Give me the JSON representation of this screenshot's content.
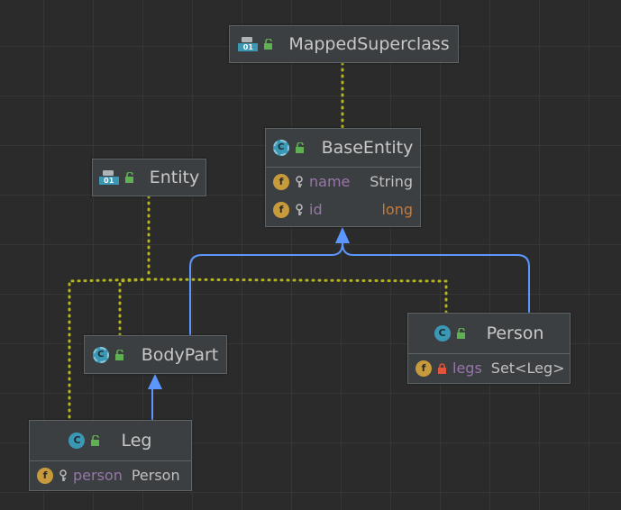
{
  "colors": {
    "background": "#2b2b2b",
    "node_fill": "#3c3f41",
    "node_border": "#5e6366",
    "annotation_link": "#b5b51e",
    "inheritance_link": "#5b97ff",
    "field_name": "#9876aa",
    "keyword_type": "#cc7832",
    "field_icon": "#c79a3b",
    "class_icon": "#3b98b5",
    "public_icon": "#5fb053",
    "private_icon": "#e2543b"
  },
  "nodes": {
    "mapped_superclass": {
      "title": "MappedSuperclass",
      "icon": "annotation-icon",
      "anno_badge": "01"
    },
    "entity": {
      "title": "Entity",
      "icon": "annotation-icon",
      "anno_badge": "01"
    },
    "base_entity": {
      "title": "BaseEntity",
      "icon": "abstract-class-icon",
      "icon_letter": "C",
      "fields": [
        {
          "name": "name",
          "type": "String",
          "icon": "field-icon",
          "icon_letter": "f",
          "visibility": "key-icon"
        },
        {
          "name": "id",
          "type": "long",
          "icon": "field-icon",
          "icon_letter": "f",
          "visibility": "key-icon"
        }
      ]
    },
    "body_part": {
      "title": "BodyPart",
      "icon": "abstract-class-icon",
      "icon_letter": "C"
    },
    "person": {
      "title": "Person",
      "icon": "class-icon",
      "icon_letter": "C",
      "fields": [
        {
          "name": "legs",
          "type": "Set<Leg>",
          "icon": "field-icon",
          "icon_letter": "f",
          "visibility": "lock-icon"
        }
      ]
    },
    "leg": {
      "title": "Leg",
      "icon": "class-icon",
      "icon_letter": "C",
      "fields": [
        {
          "name": "person",
          "type": "Person",
          "icon": "field-icon",
          "icon_letter": "f",
          "visibility": "key-icon"
        }
      ]
    }
  },
  "edges": [
    {
      "from": "MappedSuperclass",
      "to": "BaseEntity",
      "kind": "annotation"
    },
    {
      "from": "Entity",
      "to": "BodyPart",
      "kind": "annotation"
    },
    {
      "from": "Entity",
      "to": "Person",
      "kind": "annotation"
    },
    {
      "from": "Entity",
      "to": "Leg",
      "kind": "annotation"
    },
    {
      "from": "BodyPart",
      "to": "BaseEntity",
      "kind": "inheritance"
    },
    {
      "from": "Person",
      "to": "BaseEntity",
      "kind": "inheritance"
    },
    {
      "from": "Leg",
      "to": "BodyPart",
      "kind": "inheritance"
    }
  ]
}
